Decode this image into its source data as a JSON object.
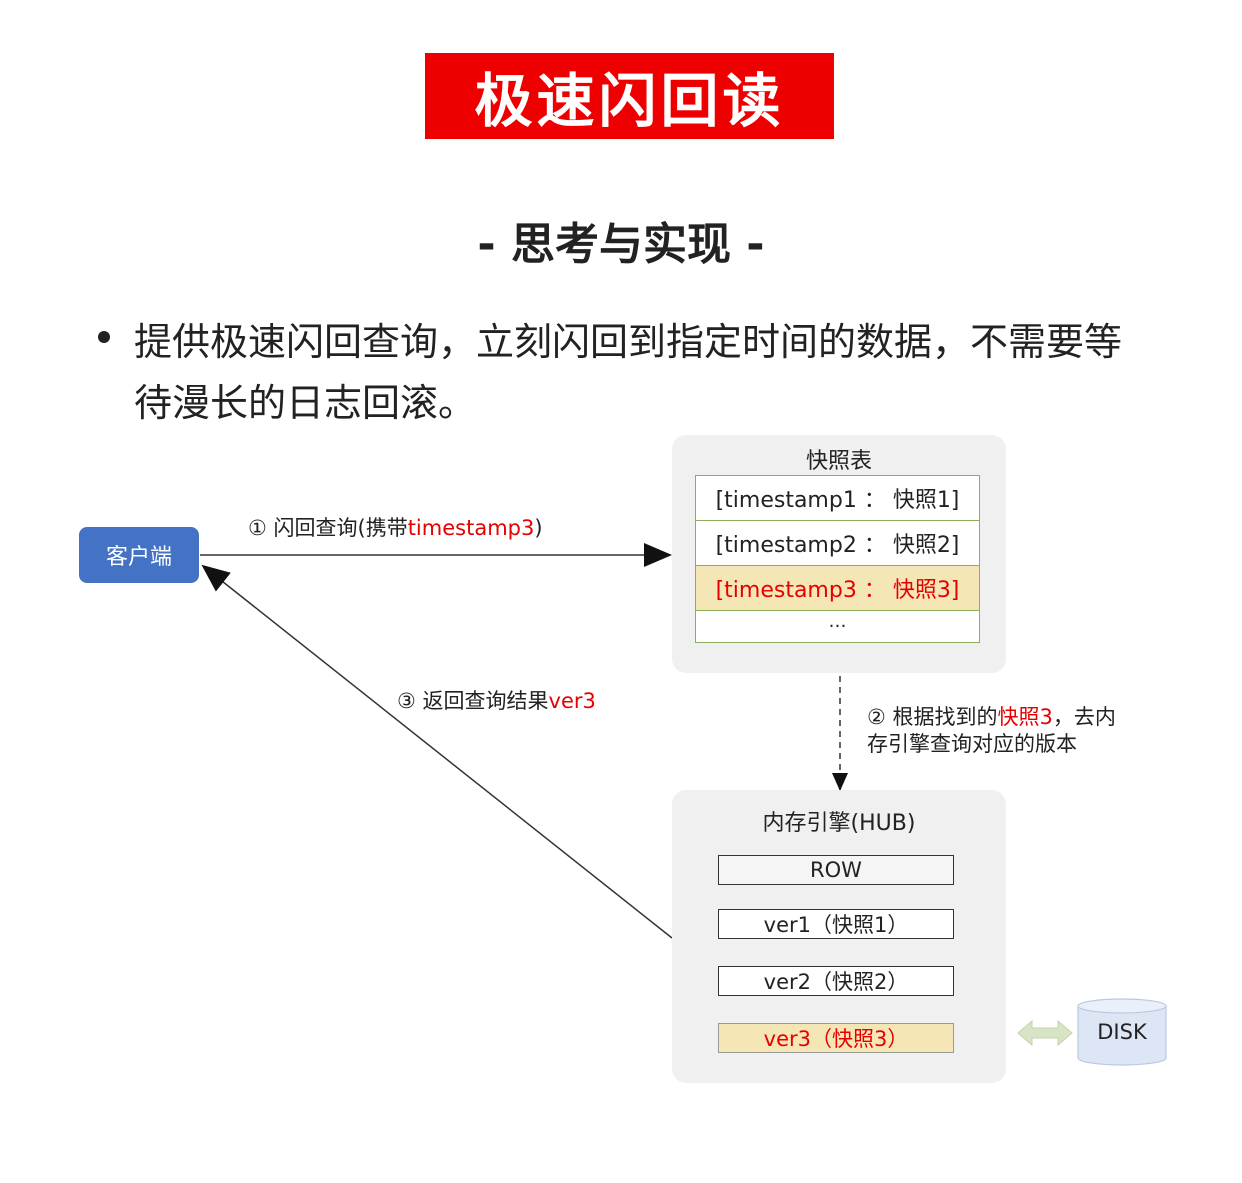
{
  "title": "极速闪回读",
  "subtitle": "- 思考与实现 -",
  "bullet": "提供极速闪回查询，立刻闪回到指定时间的数据，不需要等待漫长的日志回滚。",
  "diagram": {
    "client": "客户端",
    "snapshot_table": {
      "title": "快照表",
      "rows": [
        "[timestamp1 ： 快照1]",
        "[timestamp2 ： 快照2]",
        "[timestamp3 ： 快照3]",
        "…"
      ]
    },
    "hub": {
      "title": "内存引擎(HUB)",
      "items": [
        "ROW",
        "ver1（快照1）",
        "ver2（快照2）",
        "ver3（快照3）"
      ]
    },
    "disk": "DISK",
    "step1": {
      "prefix": "① 闪回查询(携带",
      "highlight": "timestamp3",
      "suffix": ")"
    },
    "step2": {
      "prefix": "② 根据找到的",
      "highlight": "快照3",
      "suffix": "，去内",
      "line2": "存引擎查询对应的版本"
    },
    "step3": {
      "prefix": "③ 返回查询结果",
      "highlight": "ver3"
    },
    "colors": {
      "banner": "#ee0000",
      "highlight_text": "#e60000",
      "highlight_fill": "#f5e6b6",
      "client": "#4472c4",
      "table_border": "#8aae5b",
      "disk": "#dde6f5"
    }
  }
}
